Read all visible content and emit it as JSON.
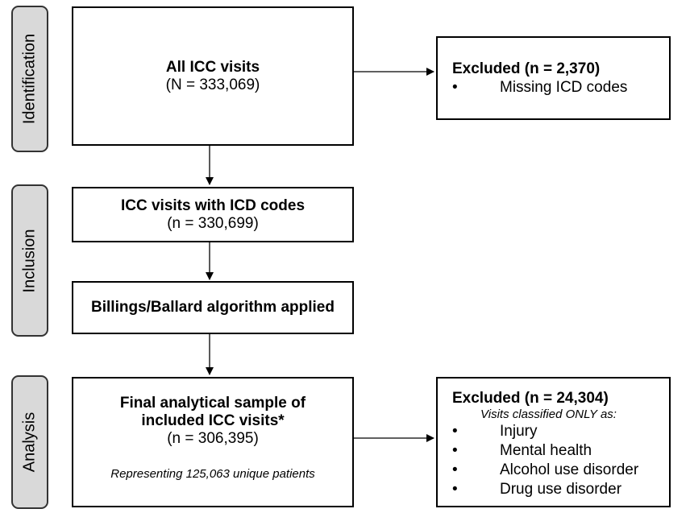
{
  "stages": {
    "identification": "Identification",
    "inclusion": "Inclusion",
    "analysis": "Analysis"
  },
  "boxes": {
    "all_visits": {
      "title": "All ICC visits",
      "count": "(N = 333,069)"
    },
    "with_icd": {
      "title": "ICC visits with ICD codes",
      "count": "(n = 330,699)"
    },
    "algorithm": {
      "title": "Billings/Ballard algorithm applied"
    },
    "final": {
      "title_line1": "Final analytical sample of",
      "title_line2": "included ICC visits*",
      "count": "(n = 306,395)",
      "note": "Representing 125,063 unique patients"
    }
  },
  "exclusions": {
    "first": {
      "title": "Excluded (n = 2,370)",
      "items": [
        "Missing ICD codes"
      ]
    },
    "second": {
      "title": "Excluded (n = 24,304)",
      "subtitle": "Visits classified ONLY as:",
      "items": [
        "Injury",
        "Mental health",
        "Alcohol use disorder",
        "Drug use disorder"
      ]
    }
  }
}
